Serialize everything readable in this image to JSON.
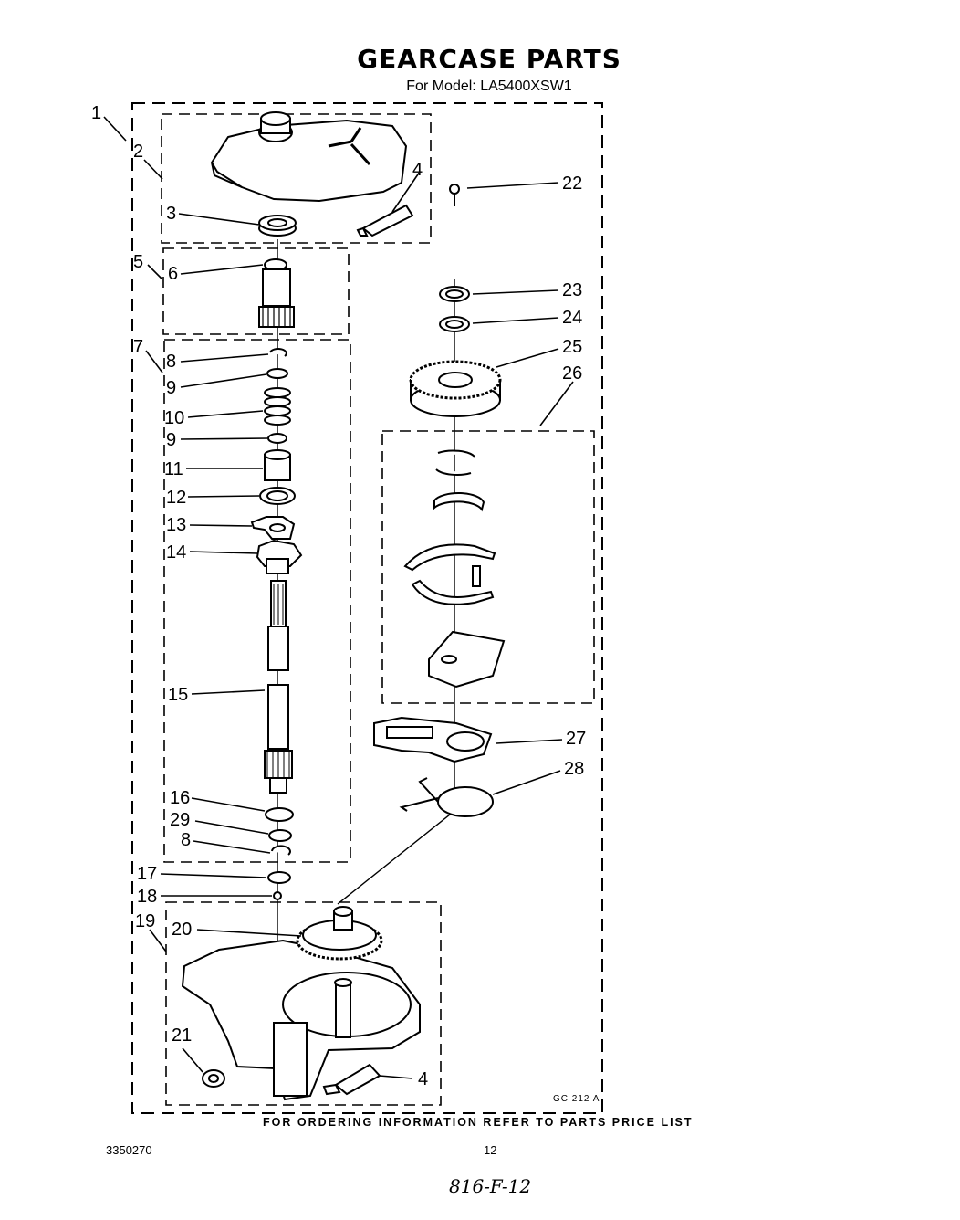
{
  "header": {
    "title": "GEARCASE PARTS",
    "subtitle": "For Model: LA5400XSW1"
  },
  "footer": {
    "ordering_note": "FOR ORDERING INFORMATION REFER TO PARTS PRICE LIST",
    "doc_number": "3350270",
    "page_number": "12",
    "handwritten_note": "816-F-12",
    "figure_code": "GC 212 A"
  },
  "callouts": {
    "c1": "1",
    "c2": "2",
    "c3": "3",
    "c4a": "4",
    "c5": "5",
    "c6": "6",
    "c7": "7",
    "c8a": "8",
    "c9a": "9",
    "c10": "10",
    "c9b": "9",
    "c11": "11",
    "c12": "12",
    "c13": "13",
    "c14": "14",
    "c15": "15",
    "c16": "16",
    "c29": "29",
    "c8b": "8",
    "c17": "17",
    "c18": "18",
    "c19": "19",
    "c20": "20",
    "c21": "21",
    "c4b": "4",
    "c22": "22",
    "c23": "23",
    "c24": "24",
    "c25": "25",
    "c26": "26",
    "c27": "27",
    "c28": "28"
  }
}
